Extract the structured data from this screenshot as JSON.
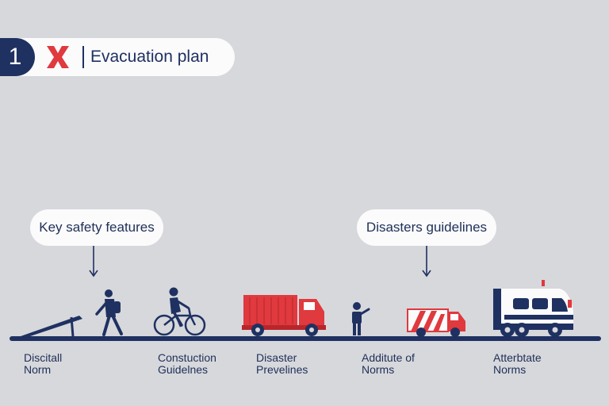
{
  "header": {
    "step_number": "1",
    "title": "Evacuation plan",
    "mark_icon": "x-icon"
  },
  "callouts": [
    {
      "text": "Key safety features"
    },
    {
      "text": "Disasters guidelines"
    }
  ],
  "timeline_labels": [
    {
      "text": "Discitall\nNorm"
    },
    {
      "text": "Constuction\nGuidelnes"
    },
    {
      "text": "Disaster\nPrevelines"
    },
    {
      "text": "Additute of\nNorms"
    },
    {
      "text": "Atterbtate\nNorms"
    }
  ],
  "illustrations": [
    "person-with-ramp-icon",
    "cyclist-icon",
    "dump-truck-icon",
    "person-pointing-icon",
    "ambulance-icon",
    "emergency-van-icon"
  ],
  "colors": {
    "background": "#d7d8dc",
    "navy": "#1f3161",
    "red": "#e0393e",
    "white": "#fbfbfc"
  }
}
